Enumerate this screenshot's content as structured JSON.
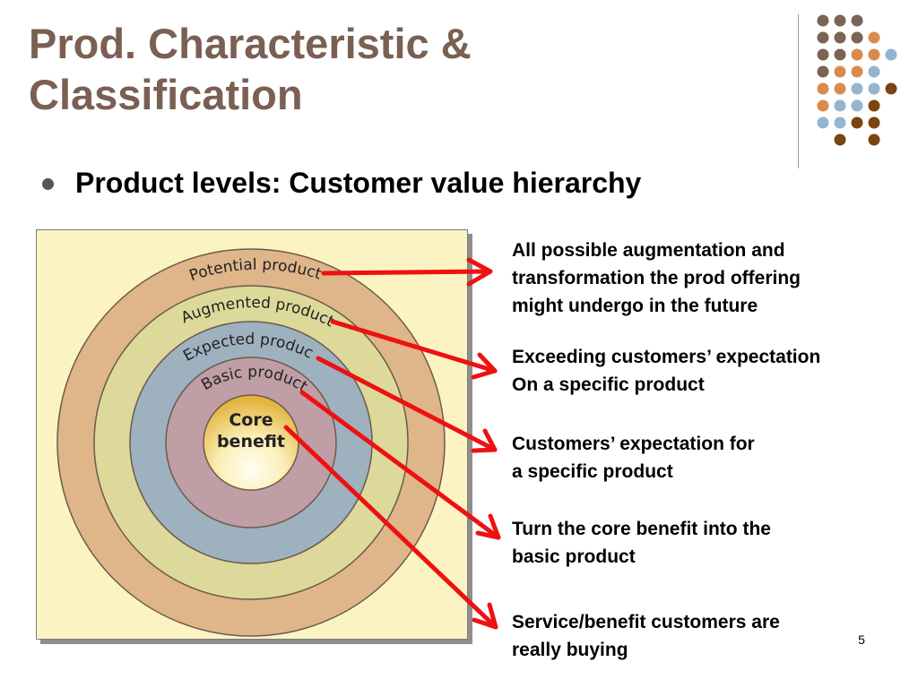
{
  "slide": {
    "title_lines": [
      "Prod. Characteristic &",
      "Classification"
    ],
    "bullet": "Product levels: Customer value hierarchy",
    "page_number": "5"
  },
  "diagram": {
    "rings": {
      "potential": {
        "label": "Potential product",
        "color": "#dfb58a"
      },
      "augmented": {
        "label": "Augmented product",
        "color": "#dcd99b"
      },
      "expected": {
        "label": "Expected product",
        "color": "#9eb1be"
      },
      "basic": {
        "label": "Basic product",
        "color": "#bf9ea6"
      },
      "core": {
        "label_lines": [
          "Core",
          "benefit"
        ],
        "color": "#ecc65a"
      }
    },
    "arrow_color": "#ee1111"
  },
  "descriptions": {
    "potential": [
      "All possible augmentation and",
      "transformation the prod offering",
      "might undergo in the future"
    ],
    "augmented": [
      "Exceeding customers’ expectation",
      "On a specific product"
    ],
    "expected": [
      "Customers’ expectation for",
      "a specific product"
    ],
    "basic": [
      "Turn the core benefit into the",
      "basic product"
    ],
    "core": [
      "Service/benefit customers are",
      "really buying"
    ]
  },
  "decoration": {
    "dot_colors": {
      "brown_gray": "#7c6257",
      "orange": "#dc8a4b",
      "blue": "#93b5d0",
      "dark_brown": "#7a4510"
    }
  }
}
